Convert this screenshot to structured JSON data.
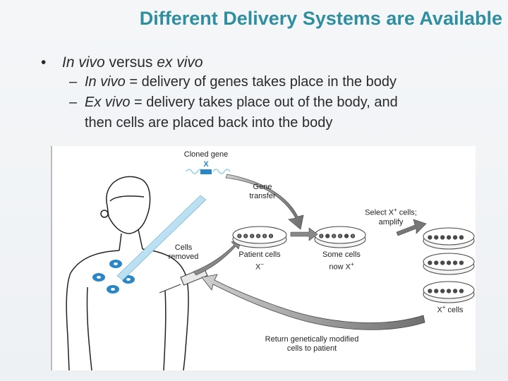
{
  "slide": {
    "title": "Different Delivery Systems are Available"
  },
  "bullets": {
    "main": {
      "bullet": "•",
      "term1": "In vivo",
      "middle": " versus ",
      "term2": "ex vivo"
    },
    "sub": [
      {
        "dash": "–",
        "term": "In vivo",
        "rest": " = delivery of genes takes place in the body"
      },
      {
        "dash": "–",
        "term": "Ex vivo",
        "rest": " = delivery takes place out of the body, and",
        "cont": "then cells are placed back into the body"
      }
    ]
  },
  "figure": {
    "cloned_gene": "Cloned gene",
    "gene_letter": "X",
    "gene_transfer_1": "Gene",
    "gene_transfer_2": "transfer",
    "select_1": "Select X",
    "select_sup": "+",
    "select_2": " cells;",
    "select_3": "amplify",
    "cells_removed_1": "Cells",
    "cells_removed_2": "removed",
    "patient_cells": "Patient cells",
    "patient_x": "X",
    "patient_sup": "−",
    "some_cells_1": "Some cells",
    "some_cells_2": "now X",
    "some_cells_sup": "+",
    "xplus_cells": "X",
    "xplus_sup": "+",
    "xplus_rest": " cells",
    "return_1": "Return genetically modified",
    "return_2": "cells to patient"
  }
}
